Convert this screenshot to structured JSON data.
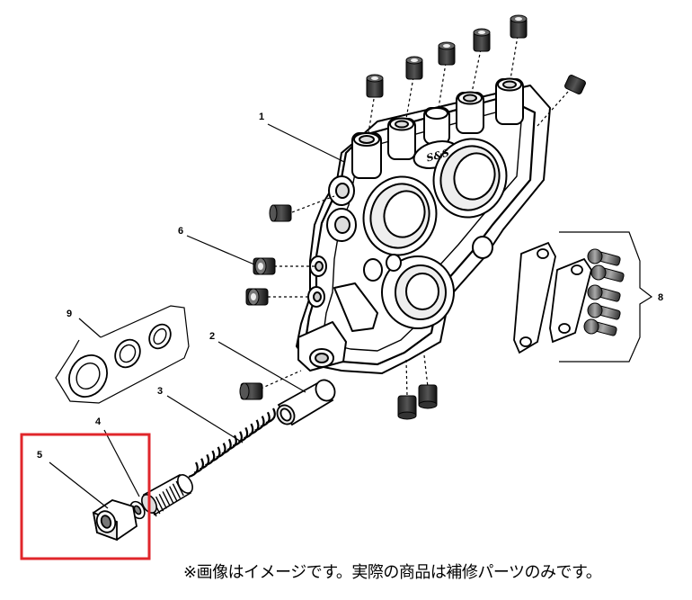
{
  "diagram": {
    "callouts": [
      {
        "id": "1",
        "label": "1"
      },
      {
        "id": "2",
        "label": "2"
      },
      {
        "id": "3",
        "label": "3"
      },
      {
        "id": "4",
        "label": "4"
      },
      {
        "id": "5",
        "label": "5"
      },
      {
        "id": "6",
        "label": "6"
      },
      {
        "id": "8",
        "label": "8"
      },
      {
        "id": "9",
        "label": "9"
      }
    ],
    "highlight_color": "#e0262b",
    "logo_text": "S&S"
  },
  "caption": "※画像はイメージです。実際の商品は補修パーツのみです。"
}
